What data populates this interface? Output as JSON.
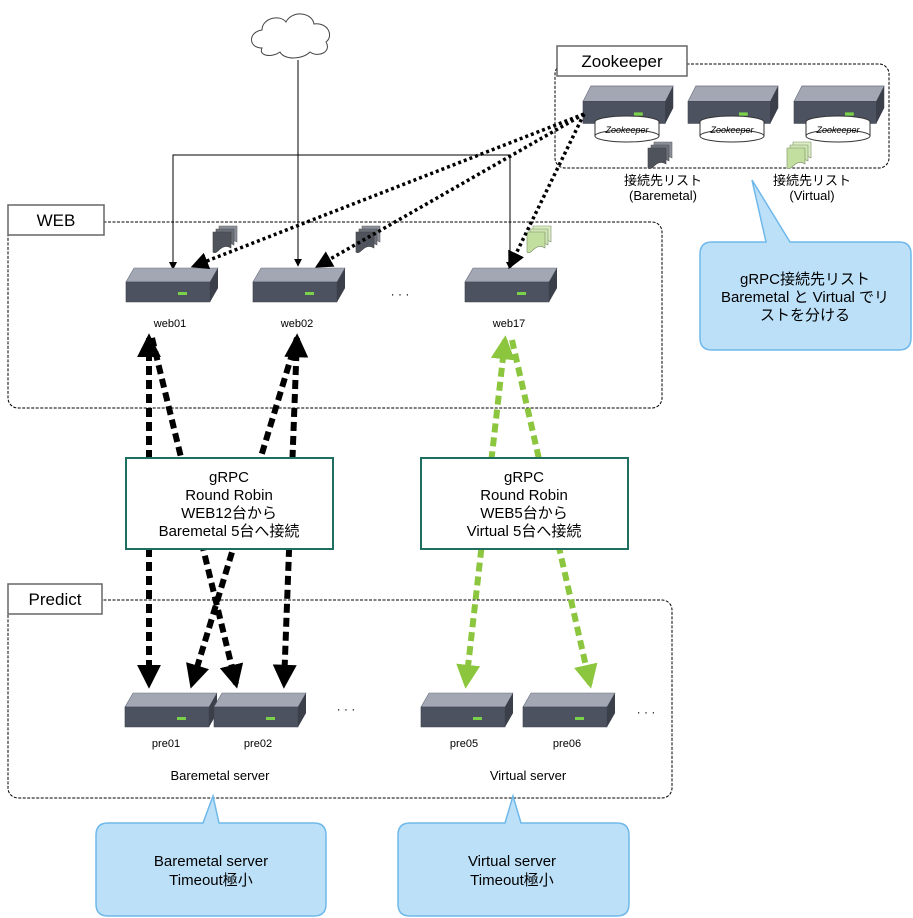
{
  "zookeeper": {
    "title": "Zookeeper",
    "db_labels": [
      "Zookeeper",
      "Zookeeper",
      "Zookeeper"
    ],
    "list_baremetal": [
      "接続先リスト",
      "(Baremetal)"
    ],
    "list_virtual": [
      "接続先リスト",
      "(Virtual)"
    ]
  },
  "web": {
    "title": "WEB",
    "servers": [
      "web01",
      "web02",
      "web17"
    ],
    "ellipsis": "· · ·"
  },
  "predict": {
    "title": "Predict",
    "servers": [
      "pre01",
      "pre02",
      "pre05",
      "pre06"
    ],
    "ellipsis": "· · ·",
    "group_baremetal": "Baremetal server",
    "group_virtual": "Virtual server"
  },
  "grpc_baremetal": [
    "gRPC",
    "Round Robin",
    "WEB12台から",
    "Baremetal 5台へ接続"
  ],
  "grpc_virtual": [
    "gRPC",
    "Round Robin",
    "WEB5台から",
    "Virtual 5台へ接続"
  ],
  "callout_list": [
    "gRPC接続先リスト",
    "Baremetal と Virtual でリ",
    "ストを分ける"
  ],
  "callout_baremetal": [
    "Baremetal server",
    "Timeout極小"
  ],
  "callout_virtual": [
    "Virtual server",
    "Timeout極小"
  ],
  "colors": {
    "baremetal_arrow": "#000000",
    "virtual_arrow": "#8cc63f",
    "callout_fill": "#bde0f9",
    "callout_stroke": "#6fb8ea",
    "grpc_border": "#1f6f60",
    "server_top": "#a3a8b4",
    "server_front": "#5a5f6e",
    "virtual_doc": "#c9e3a6"
  }
}
